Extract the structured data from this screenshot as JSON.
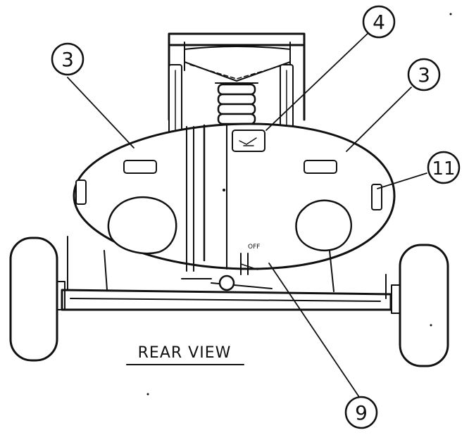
{
  "caption": "REAR VIEW",
  "callouts": {
    "left_decal": "3",
    "center_decal": "4",
    "right_decal": "3",
    "side_decal": "11",
    "valve": "9"
  },
  "valve_label": "OFF"
}
